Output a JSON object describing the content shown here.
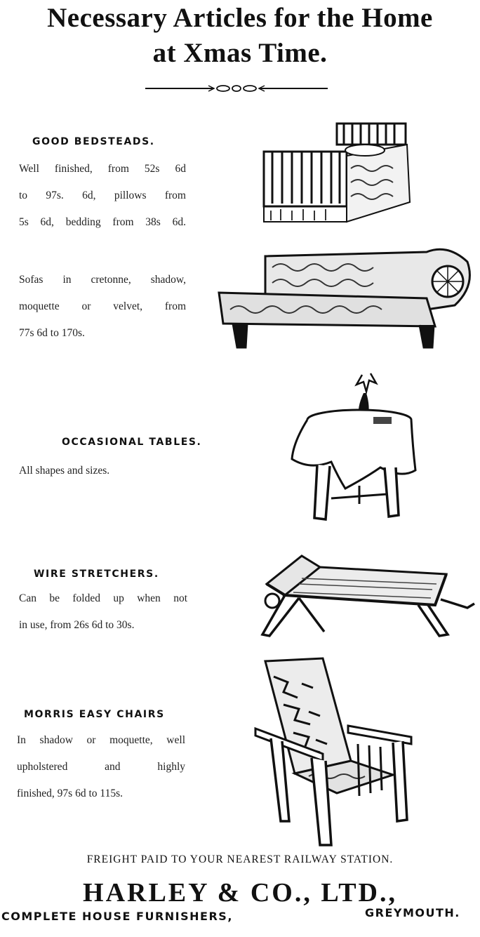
{
  "header": {
    "title_line1": "Necessary Articles for the Home",
    "title_line2": "at Xmas Time."
  },
  "items": [
    {
      "heading": "GOOD BEDSTEADS.",
      "lines": [
        "Well finished, from 52s 6d",
        "to 97s. 6d, pillows from",
        "5s 6d, bedding from 38s 6d."
      ],
      "illustration": "bedstead-illustration"
    },
    {
      "heading": "",
      "lines": [
        "Sofas in cretonne, shadow,",
        "moquette or velvet, from",
        "77s 6d to 170s."
      ],
      "illustration": "sofa-illustration"
    },
    {
      "heading": "OCCASIONAL TABLES.",
      "lines": [
        "All shapes and sizes."
      ],
      "illustration": "table-illustration"
    },
    {
      "heading": "WIRE STRETCHERS.",
      "lines": [
        "Can be folded up when not",
        "in use, from 26s 6d to 30s."
      ],
      "illustration": "stretcher-illustration"
    },
    {
      "heading": "MORRIS EASY CHAIRS",
      "lines": [
        "In shadow or moquette, well",
        "upholstered and highly",
        "finished, 97s 6d to 115s."
      ],
      "illustration": "chair-illustration"
    }
  ],
  "footer": {
    "freight": "FREIGHT PAID TO YOUR NEAREST RAILWAY STATION.",
    "company": "HARLEY & CO., LTD.,",
    "tagline": "COMPLETE HOUSE FURNISHERS,",
    "location": "GREYMOUTH."
  },
  "colors": {
    "ink": "#111111",
    "paper": "#ffffff"
  }
}
